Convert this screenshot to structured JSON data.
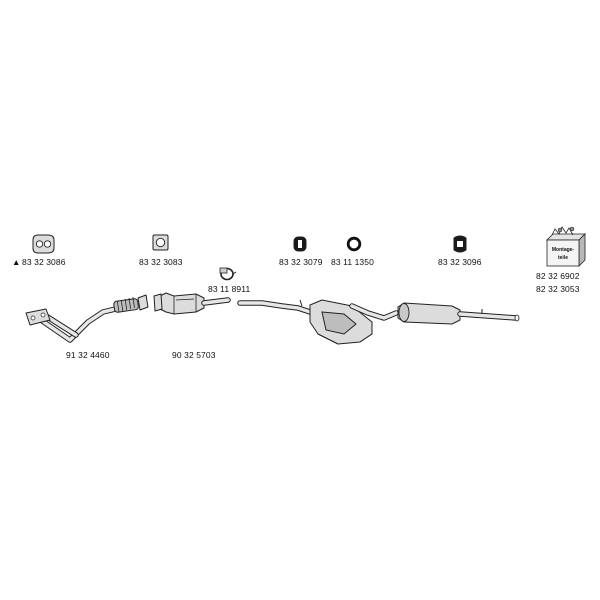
{
  "parts": {
    "gasket_front": {
      "number": "83 32 3086",
      "marker": "▲"
    },
    "gasket_square": {
      "number": "83 32 3083"
    },
    "clamp": {
      "number": "83 11 8911"
    },
    "rubber_hanger": {
      "number": "83 32 3079"
    },
    "rubber_ring": {
      "number": "83 11 1350"
    },
    "hanger_rear": {
      "number": "83 32 3096"
    },
    "mounting_kit": {
      "numbers": [
        "82 32 6902",
        "82 32 3053"
      ],
      "box_text": [
        "Montage-",
        "teile"
      ]
    },
    "front_pipe": {
      "number": "91 32 4460"
    },
    "catalytic_converter": {
      "number": "90 32 5703"
    }
  }
}
